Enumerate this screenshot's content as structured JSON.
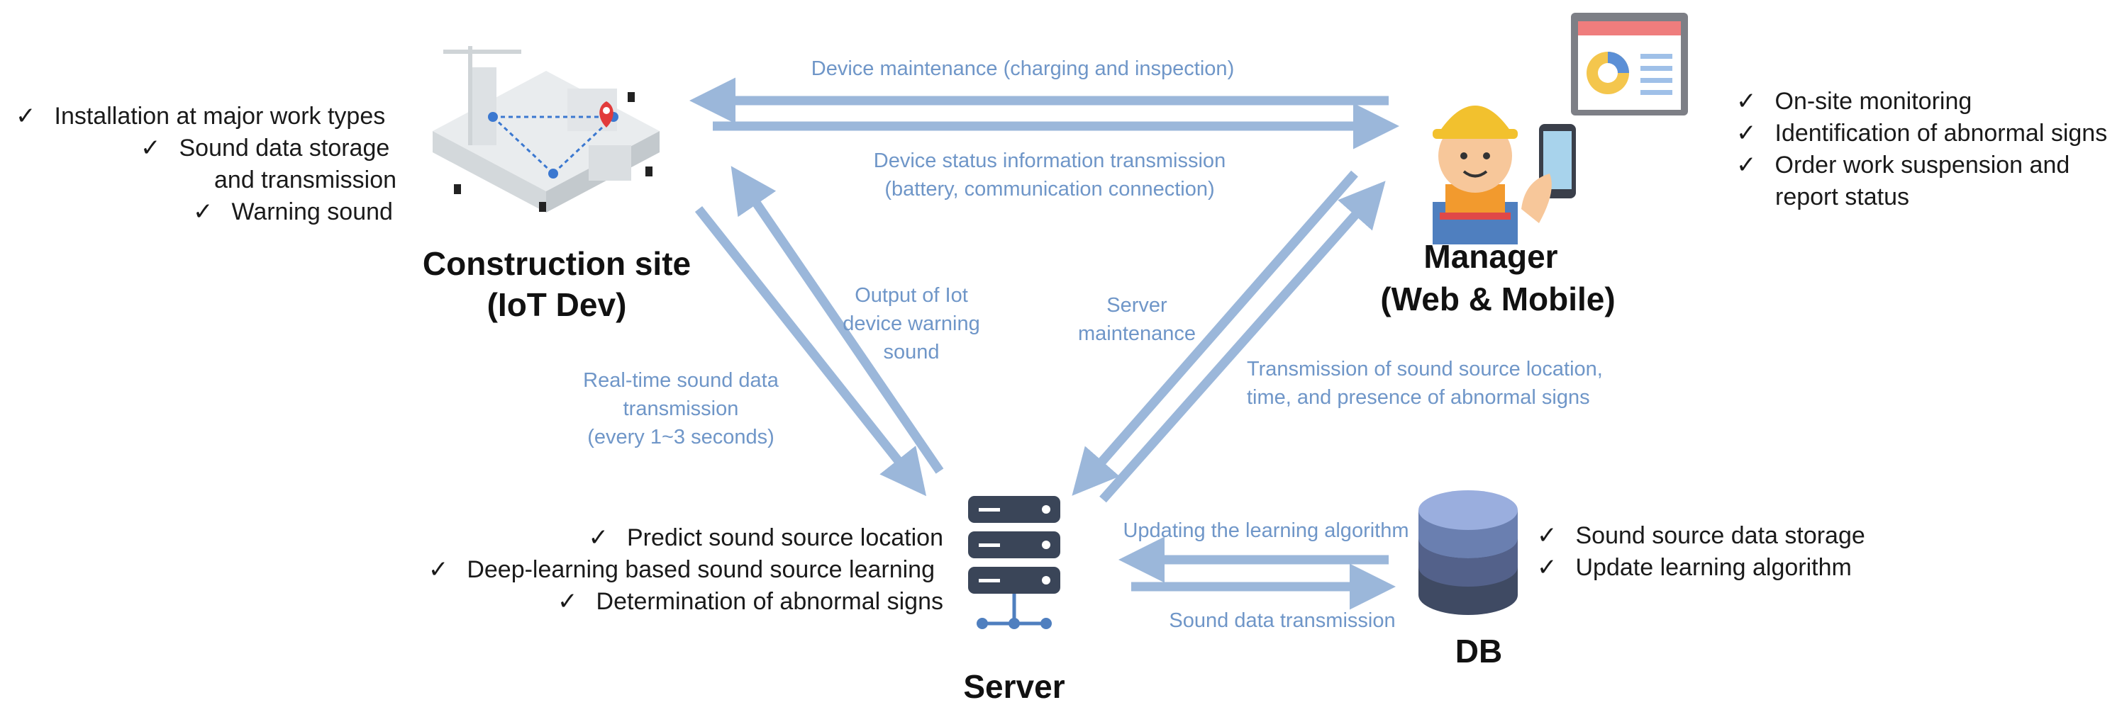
{
  "nodes": {
    "site": {
      "name_line1": "Construction site",
      "name_line2": "(IoT Dev)"
    },
    "manager": {
      "name_line1": "Manager",
      "name_line2": "(Web & Mobile)"
    },
    "server": {
      "name": "Server"
    },
    "db": {
      "name": "DB"
    }
  },
  "site_checks": [
    "Installation at major work types",
    "Sound data storage",
    "and transmission",
    "Warning sound"
  ],
  "manager_checks": [
    "On-site monitoring",
    "Identification of abnormal signs",
    "Order work suspension and",
    "report status"
  ],
  "server_checks": [
    "Predict sound source location",
    "Deep-learning based sound source learning",
    "Determination of abnormal signs"
  ],
  "db_checks": [
    "Sound source data storage",
    "Update learning algorithm"
  ],
  "check_mark": "✓",
  "flows": {
    "device_maintenance": "Device maintenance (charging and inspection)",
    "device_status_1": "Device status information transmission",
    "device_status_2": "(battery, communication connection)",
    "output_warning_1": "Output of Iot",
    "output_warning_2": "device warning",
    "output_warning_3": "sound",
    "realtime_1": "Real-time sound data",
    "realtime_2": "transmission",
    "realtime_3": "(every 1~3 seconds)",
    "server_maint_1": "Server",
    "server_maint_2": "maintenance",
    "transmission_loc_1": "Transmission of sound source location,",
    "transmission_loc_2": "time, and presence of abnormal signs",
    "updating_algo": "Updating the learning algorithm",
    "sound_data_tx": "Sound data transmission"
  },
  "icons": {
    "site": "construction-site-iot-icon",
    "manager": "manager-with-phone-icon",
    "dashboard": "dashboard-monitor-icon",
    "server": "server-rack-icon",
    "db": "database-icon"
  },
  "colors": {
    "arrow": "#9bb7da",
    "flow_text": "#6f96c8",
    "node_text": "#111111"
  }
}
